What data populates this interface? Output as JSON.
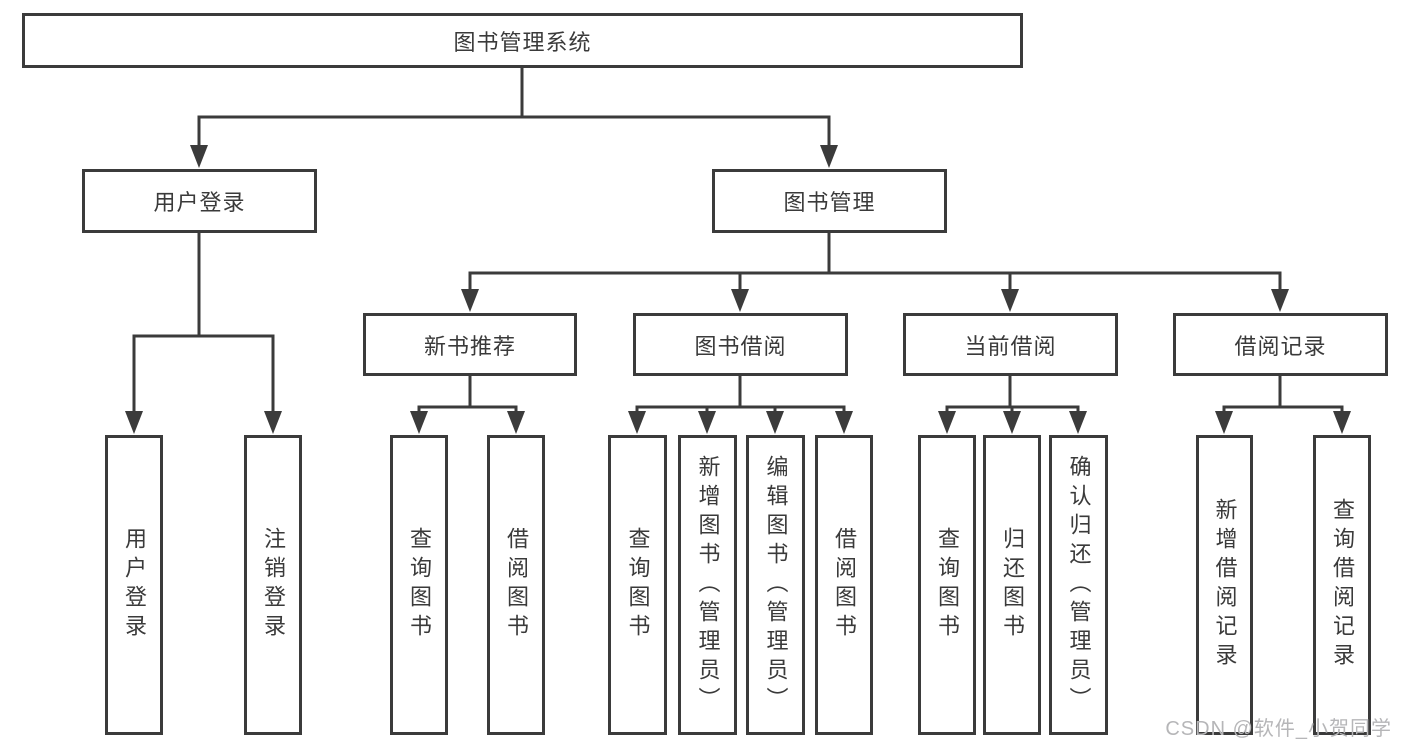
{
  "diagram": {
    "root": {
      "label": "图书管理系统"
    },
    "level2": [
      {
        "label": "用户登录"
      },
      {
        "label": "图书管理"
      }
    ],
    "level3": [
      {
        "label": "新书推荐"
      },
      {
        "label": "图书借阅"
      },
      {
        "label": "当前借阅"
      },
      {
        "label": "借阅记录"
      }
    ],
    "leaves": {
      "login": [
        "用户登录",
        "注销登录"
      ],
      "recommend": [
        "查询图书",
        "借阅图书"
      ],
      "borrow": [
        "查询图书",
        "新增图书（管理员）",
        "编辑图书（管理员）",
        "借阅图书"
      ],
      "current": [
        "查询图书",
        "归还图书",
        "确认归还（管理员）"
      ],
      "records": [
        "新增借阅记录",
        "查询借阅记录"
      ]
    }
  },
  "watermark": "CSDN @软件_小贺同学",
  "colors": {
    "line": "#3b3b3b",
    "text": "#3a3a3a",
    "watermark": "#b6b6b8",
    "background": "#ffffff"
  }
}
